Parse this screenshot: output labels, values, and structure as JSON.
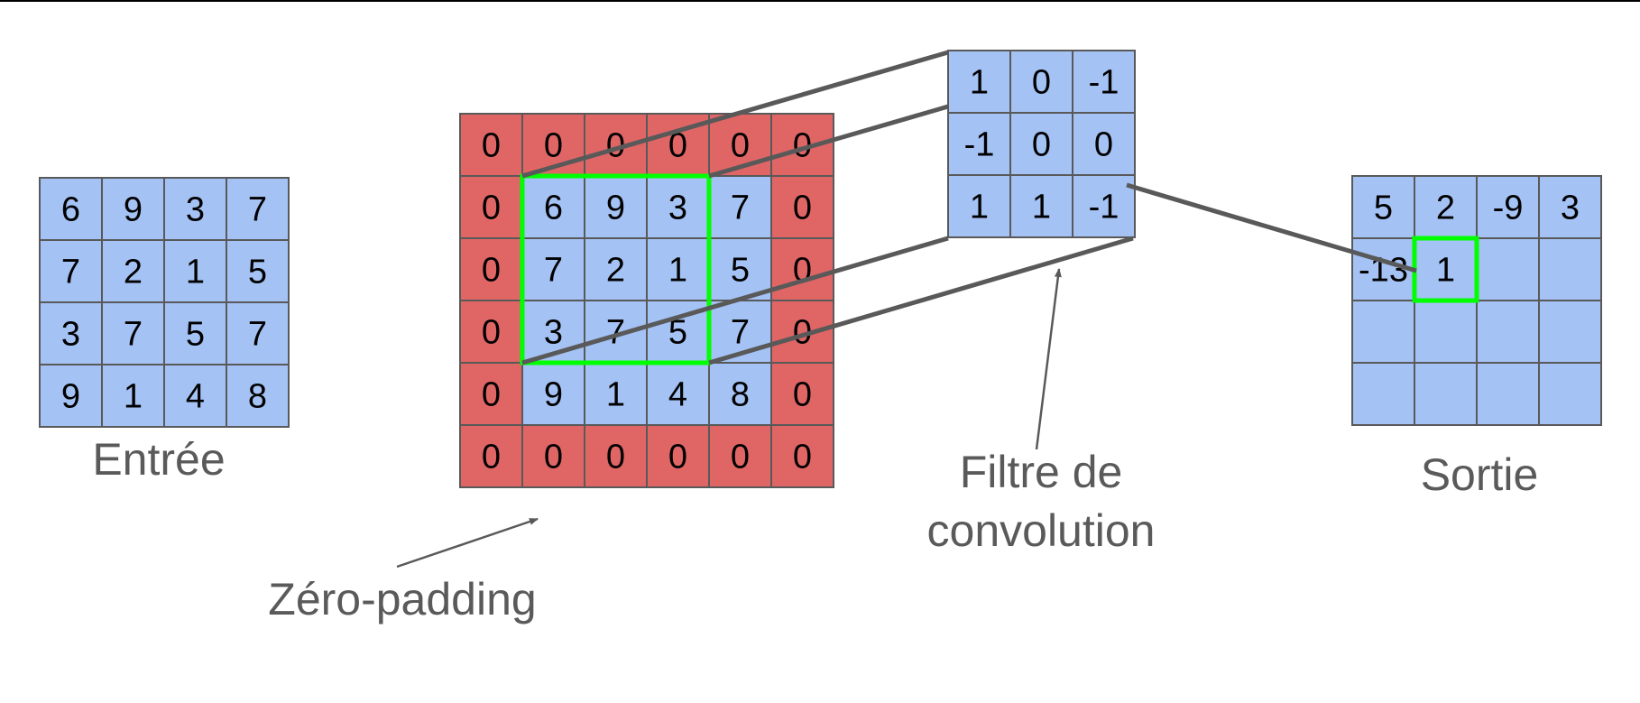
{
  "colors": {
    "input_cell": "#a4c2f4",
    "padding_cell": "#e06666",
    "grid_line": "#595959",
    "highlight": "#00ff00",
    "connector": "#595959",
    "arrow": "#595959"
  },
  "input": {
    "caption": "Entrée",
    "grid": [
      [
        "6",
        "9",
        "3",
        "7"
      ],
      [
        "7",
        "2",
        "1",
        "5"
      ],
      [
        "3",
        "7",
        "5",
        "7"
      ],
      [
        "9",
        "1",
        "4",
        "8"
      ]
    ]
  },
  "padded": {
    "caption": "Zéro-padding",
    "grid": [
      [
        "0",
        "0",
        "0",
        "0",
        "0",
        "0"
      ],
      [
        "0",
        "6",
        "9",
        "3",
        "7",
        "0"
      ],
      [
        "0",
        "7",
        "2",
        "1",
        "5",
        "0"
      ],
      [
        "0",
        "3",
        "7",
        "5",
        "7",
        "0"
      ],
      [
        "0",
        "9",
        "1",
        "4",
        "8",
        "0"
      ],
      [
        "0",
        "0",
        "0",
        "0",
        "0",
        "0"
      ]
    ]
  },
  "kernel": {
    "caption_line1": "Filtre de",
    "caption_line2": "convolution",
    "grid": [
      [
        "1",
        "0",
        "-1"
      ],
      [
        "-1",
        "0",
        "0"
      ],
      [
        "1",
        "1",
        "-1"
      ]
    ]
  },
  "output": {
    "caption": "Sortie",
    "grid": [
      [
        "5",
        "2",
        "-9",
        "3"
      ],
      [
        "-13",
        "1",
        "",
        ""
      ],
      [
        "",
        "",
        "",
        ""
      ],
      [
        "",
        "",
        "",
        ""
      ]
    ]
  }
}
